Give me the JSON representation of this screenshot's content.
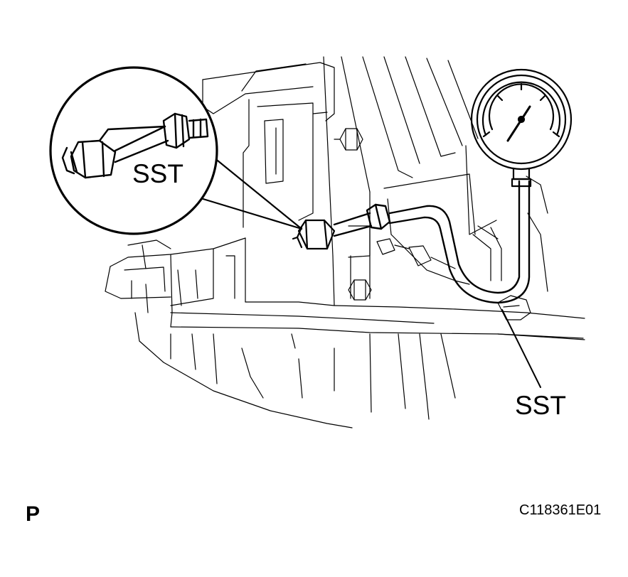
{
  "labels": {
    "inset_tool": "SST",
    "main_tool": "SST",
    "view_marker": "P",
    "figure_code": "C118361E01"
  },
  "colors": {
    "line": "#000000",
    "background": "#ffffff"
  }
}
